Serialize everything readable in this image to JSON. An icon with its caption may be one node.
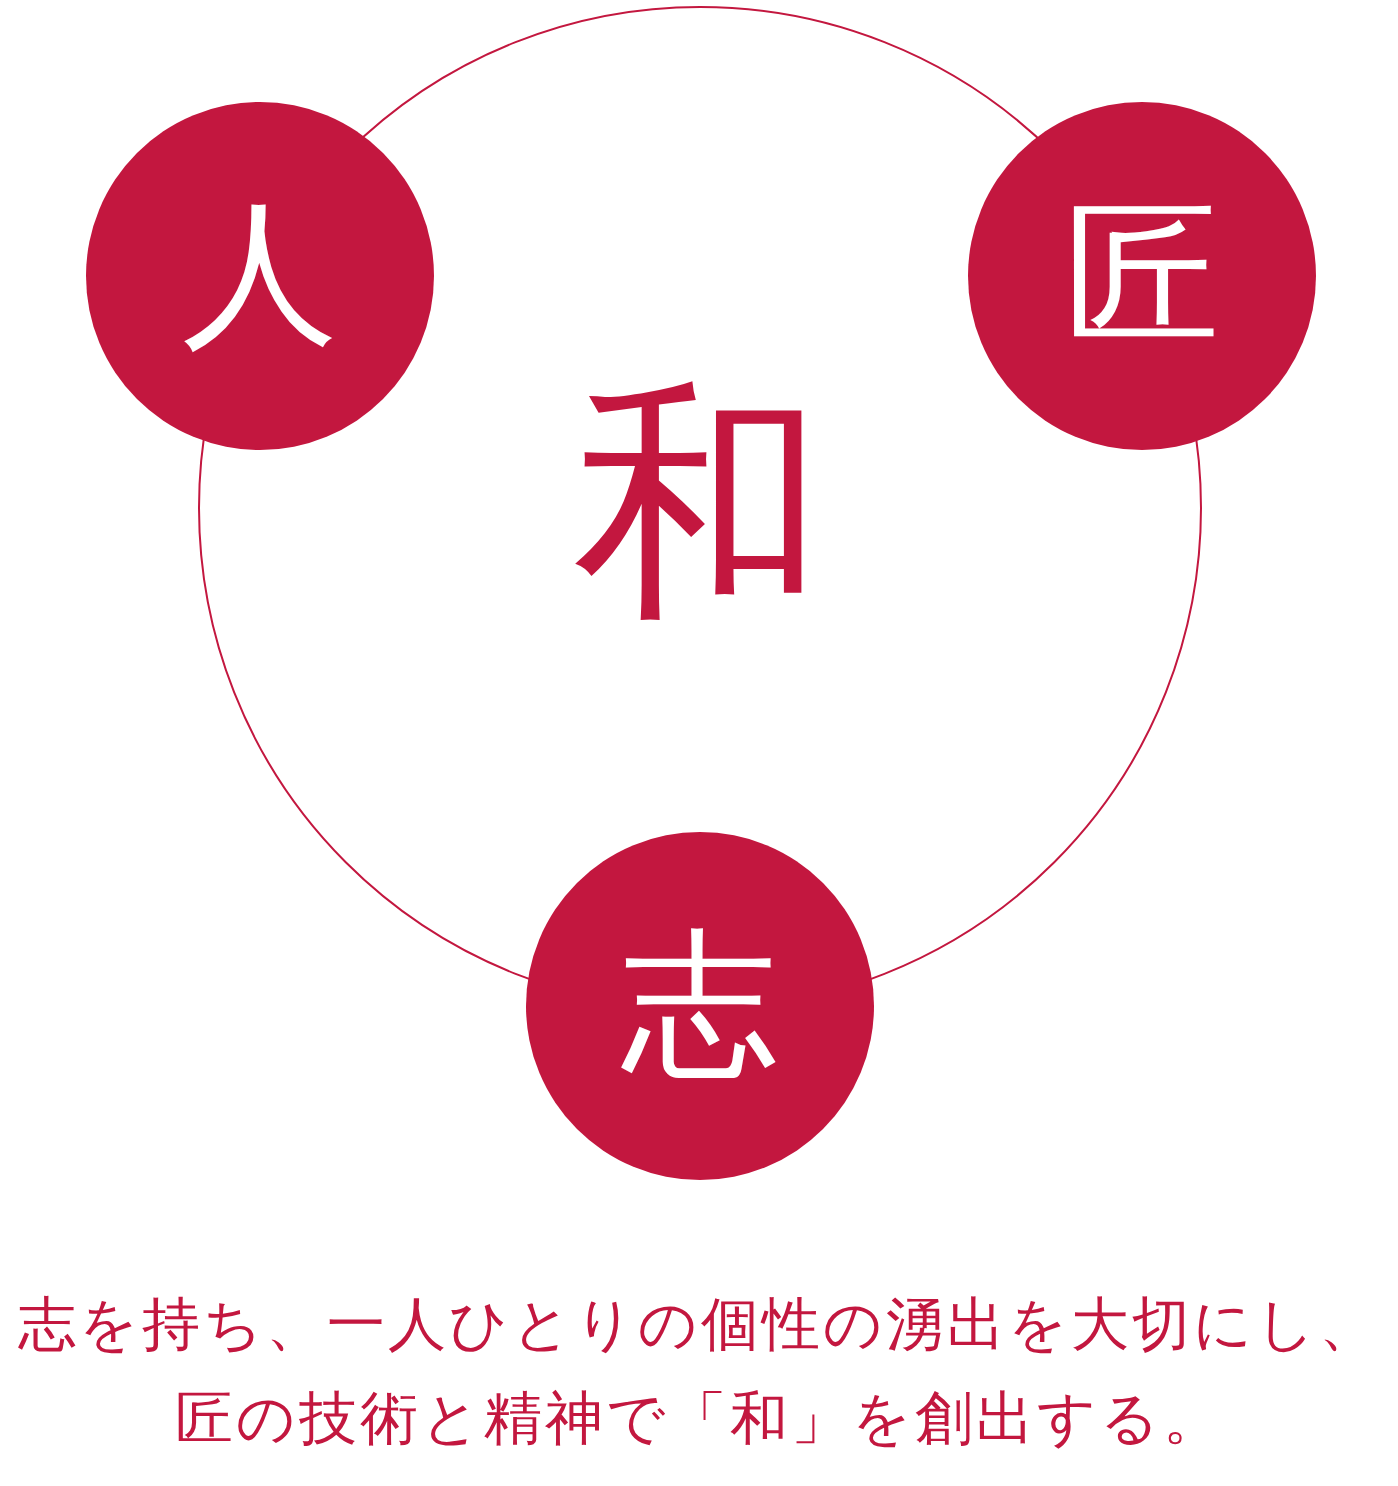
{
  "diagram": {
    "nodes": [
      {
        "text": [
          "和"
        ]
      },
      {
        "text": [
          "人"
        ]
      },
      {
        "text": [
          "匠"
        ]
      },
      {
        "text": [
          "志"
        ]
      }
    ],
    "caption": "志を持ち、一人ひとりの個性の湧出を大切にし、匠の技術と精神で「和」を創出する。"
  }
}
